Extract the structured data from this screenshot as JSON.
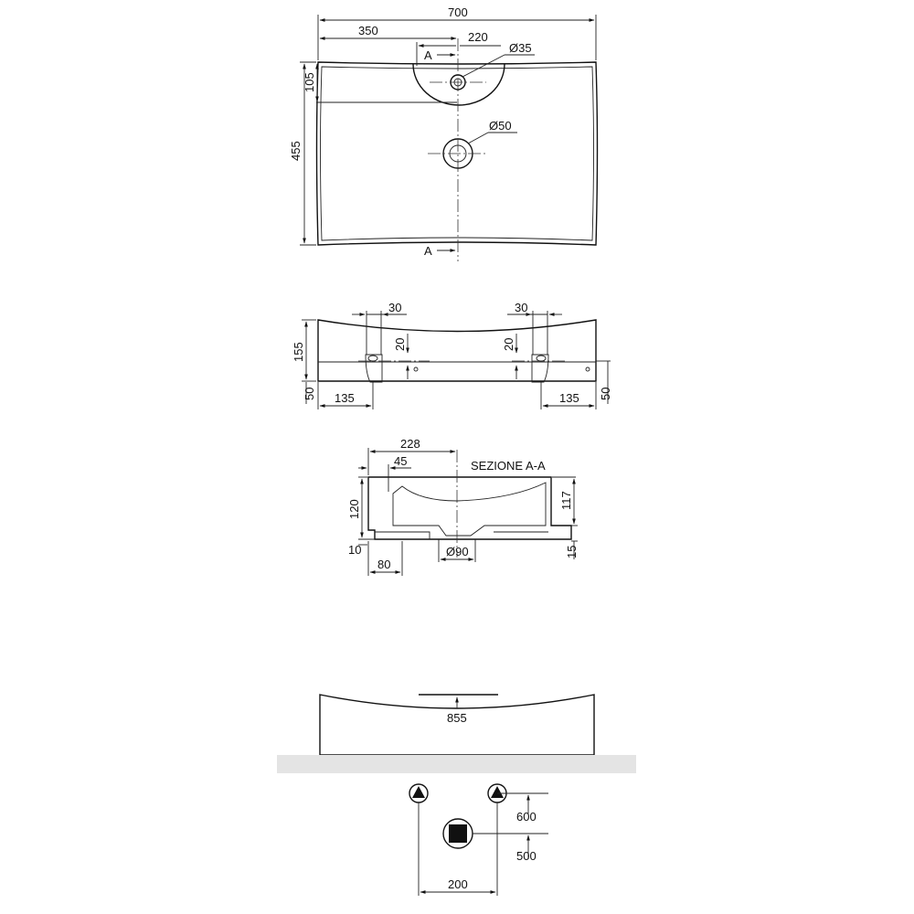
{
  "top_view": {
    "width": "700",
    "half_width": "350",
    "tap_offset": "220",
    "tap_hole": "Ø35",
    "depth_tap": "105",
    "depth": "455",
    "drain": "Ø50",
    "section_mark_top": "A",
    "section_mark_bottom": "A"
  },
  "front_view": {
    "slot_left": "30",
    "slot_right": "30",
    "height_left_small": "20",
    "height_right_small": "20",
    "height": "155",
    "base_left": "50",
    "base_right": "50",
    "offset_left": "135",
    "offset_right": "135"
  },
  "section_view": {
    "title": "SEZIONE A-A",
    "center_offset": "228",
    "tap_depth": "45",
    "height_left": "120",
    "height_right": "117",
    "rim": "10",
    "base_width": "80",
    "drain": "Ø90",
    "foot": "15"
  },
  "install_view": {
    "height": "855",
    "height_upper": "600",
    "height_lower": "500",
    "spacing": "200"
  }
}
